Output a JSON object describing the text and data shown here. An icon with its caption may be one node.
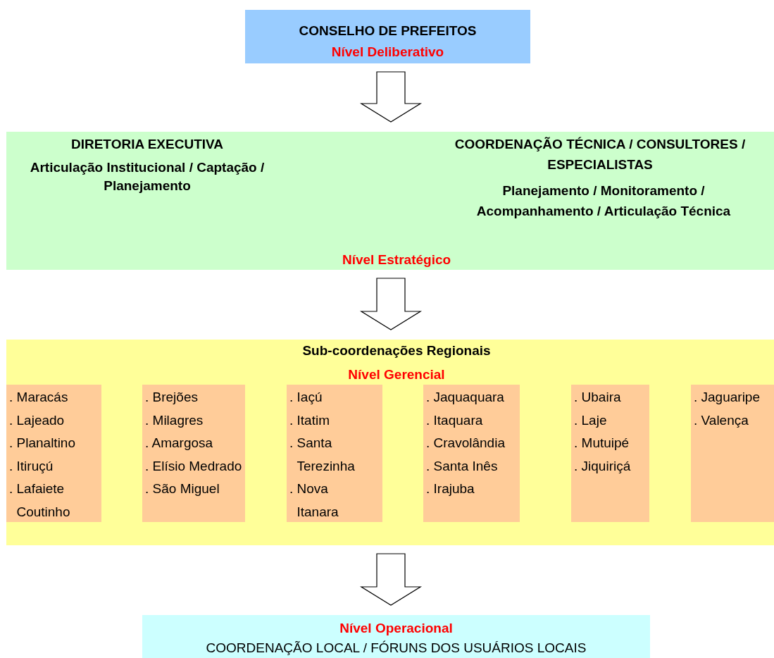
{
  "diagram": {
    "nodes": [
      {
        "text": [
          "CONSELHO DE PREFEITOS",
          "Nível Deliberativo"
        ]
      },
      {
        "text": [
          "DIRETORIA EXECUTIVA",
          "Articulação Institucional / Captação / Planejamento",
          "COORDENAÇÃO TÉCNICA / CONSULTORES / ESPECIALISTAS",
          "Planejamento / Monitoramento / Acompanhamento / Articulação Técnica",
          "Nível Estratégico"
        ]
      },
      {
        "text": [
          "Sub-coordenações Regionais",
          "Nível Gerencial"
        ]
      },
      {
        "text": [
          ". Maracás",
          ". Lajeado",
          ". Planaltino",
          ". Itiruçú",
          ". Lafaiete Coutinho"
        ],
        "in": 2
      },
      {
        "text": [
          ". Brejões",
          ". Milagres",
          ". Amargosa",
          ". Elísio Medrado",
          ". São Miguel"
        ],
        "in": 2
      },
      {
        "text": [
          ". Iaçú",
          ". Itatim",
          ". Santa Terezinha",
          ". Nova Itanara"
        ],
        "in": 2
      },
      {
        "text": [
          ". Jaquaquara",
          ". Itaquara",
          ". Cravolândia",
          ". Santa Inês",
          ". Irajuba"
        ],
        "in": 2
      },
      {
        "text": [
          ". Ubaira",
          ". Laje",
          ". Mutuipé",
          ". Jiquiriçá"
        ],
        "in": 2
      },
      {
        "text": [
          ". Jaguaripe",
          ". Valença"
        ],
        "in": 2
      },
      {
        "text": [
          "Nível Operacional",
          "COORDENAÇÃO LOCAL / FÓRUNS DOS USUÁRIOS LOCAIS"
        ]
      }
    ],
    "edges": [
      {
        "from": 0,
        "to": 1,
        "arrow": "to"
      },
      {
        "from": 1,
        "to": 2,
        "arrow": "to"
      },
      {
        "from": 2,
        "to": 9,
        "arrow": "to"
      }
    ]
  }
}
